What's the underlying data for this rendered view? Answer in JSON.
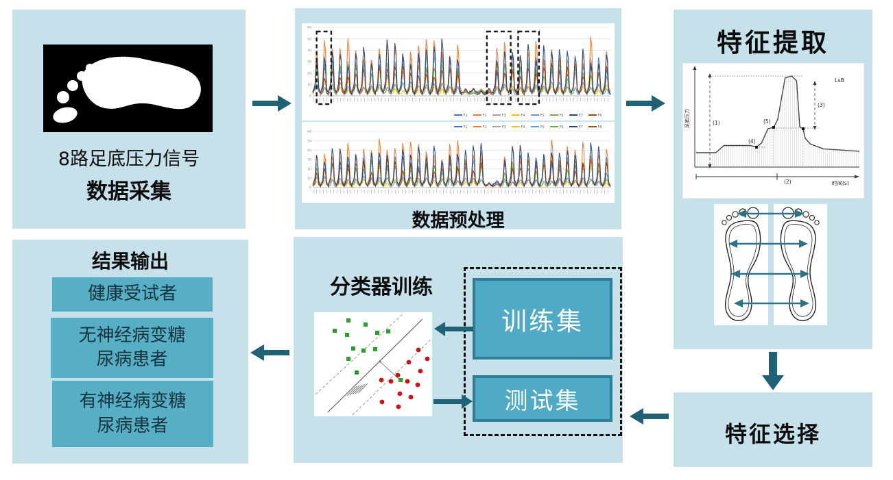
{
  "boxes": {
    "data_collection": {
      "caption": "8路足底压力信号",
      "title": "数据采集"
    },
    "preprocessing": {
      "title": "数据预处理"
    },
    "feature_extraction": {
      "title": "特征提取",
      "bilateral_arrows": 4
    },
    "feature_selection": {
      "title": "特征选择"
    },
    "classifier_training": {
      "title": "分类器训练",
      "train_set": "训练集",
      "test_set": "测试集"
    },
    "output": {
      "title": "结果输出",
      "results": [
        "健康受试者",
        "无神经病变糖\n尿病患者",
        "有神经病变糖\n尿病患者"
      ]
    }
  },
  "colors": {
    "panel_bg": "#c7e1eb",
    "inner_box": "#57afc6",
    "set_box_fill": "#4fabc5",
    "set_box_border": "#2e7e98",
    "arrow": "#1f6175",
    "feet_arrow": "#2a7286"
  },
  "chart_data": [
    {
      "id": "preprocessed-signal-top",
      "type": "line",
      "title": "",
      "xlabel": "",
      "ylabel": "",
      "ylim": [
        0,
        60
      ],
      "yticks": [
        0,
        10,
        20,
        30,
        40,
        50,
        60
      ],
      "grid": true,
      "legend_position": "bottom-right",
      "x_description": "dense sample-index ticks (unreadable at source resolution)",
      "series": [
        {
          "name": "F1",
          "color": "#4472c4",
          "peak": 32
        },
        {
          "name": "F2",
          "color": "#ed7d31",
          "peak": 50
        },
        {
          "name": "F3",
          "color": "#a5a5a5",
          "peak": 36
        },
        {
          "name": "F4",
          "color": "#ffc000",
          "peak": 6
        },
        {
          "name": "F5",
          "color": "#5b9bd5",
          "peak": 9
        },
        {
          "name": "F6",
          "color": "#70ad47",
          "peak": 27
        },
        {
          "name": "F7",
          "color": "#264478",
          "peak": 47
        },
        {
          "name": "F8",
          "color": "#9e480e",
          "peak": 28
        }
      ],
      "highlight_boxes": [
        {
          "x0": 0.013,
          "x1": 0.062
        },
        {
          "x0": 0.585,
          "x1": 0.665
        },
        {
          "x0": 0.69,
          "x1": 0.76
        }
      ],
      "flat_gap_cycles": [
        19,
        23
      ],
      "seed": 7
    },
    {
      "id": "preprocessed-signal-bottom",
      "type": "line",
      "title": "",
      "xlabel": "",
      "ylabel": "",
      "ylim": [
        0,
        60
      ],
      "yticks": [
        0,
        10,
        20,
        30,
        40,
        50,
        60
      ],
      "grid": true,
      "legend_position": "top-right",
      "series": [
        {
          "name": "F1",
          "color": "#4472c4",
          "peak": 32
        },
        {
          "name": "F2",
          "color": "#ed7d31",
          "peak": 50
        },
        {
          "name": "F3",
          "color": "#a5a5a5",
          "peak": 36
        },
        {
          "name": "F4",
          "color": "#ffc000",
          "peak": 6
        },
        {
          "name": "F5",
          "color": "#5b9bd5",
          "peak": 9
        },
        {
          "name": "F6",
          "color": "#70ad47",
          "peak": 27
        },
        {
          "name": "F7",
          "color": "#264478",
          "peak": 47
        },
        {
          "name": "F8",
          "color": "#9e480e",
          "peak": 28
        }
      ],
      "flat_gap_cycles": [
        22,
        24
      ],
      "seed": 13
    },
    {
      "id": "pressure-feature-curve",
      "type": "line",
      "xlabel": "时间(s)",
      "ylabel": "足底压力",
      "corner_label": "LsB",
      "annotations": [
        "(1)",
        "(2)",
        "(3)",
        "(4)",
        "(5)"
      ],
      "keypoints_norm": [
        [
          0,
          0.15
        ],
        [
          0.12,
          0.15
        ],
        [
          0.17,
          0.225
        ],
        [
          0.33,
          0.225
        ],
        [
          0.37,
          0.21
        ],
        [
          0.4,
          0.25
        ],
        [
          0.44,
          0.4
        ],
        [
          0.475,
          0.415
        ],
        [
          0.5,
          0.5
        ],
        [
          0.545,
          0.93
        ],
        [
          0.585,
          0.95
        ],
        [
          0.615,
          0.9
        ],
        [
          0.635,
          0.42
        ],
        [
          0.655,
          0.4
        ],
        [
          0.668,
          0.3
        ],
        [
          0.7,
          0.24
        ],
        [
          0.78,
          0.19
        ],
        [
          1.0,
          0.165
        ]
      ]
    },
    {
      "id": "svm-illustration",
      "type": "scatter",
      "series": [
        {
          "name": "class-1",
          "marker": "square",
          "color": "#2ca02c",
          "points": [
            [
              50,
              12
            ],
            [
              75,
              18
            ],
            [
              30,
              27
            ],
            [
              48,
              33
            ],
            [
              92,
              30
            ],
            [
              108,
              28
            ],
            [
              57,
              53
            ],
            [
              72,
              56
            ],
            [
              89,
              54
            ],
            [
              50,
              68
            ],
            [
              62,
              88
            ]
          ]
        },
        {
          "name": "class-2",
          "marker": "circle",
          "color": "#cc1111",
          "points": [
            [
              152,
              55
            ],
            [
              165,
              68
            ],
            [
              138,
              73
            ],
            [
              155,
              86
            ],
            [
              122,
              92
            ],
            [
              136,
              101
            ],
            [
              112,
              101
            ],
            [
              98,
              99
            ],
            [
              151,
              106
            ],
            [
              125,
              119
            ],
            [
              141,
              124
            ],
            [
              99,
              131
            ],
            [
              123,
              138
            ]
          ]
        }
      ],
      "outlier_point": [
        126,
        99
      ],
      "layout_note": "solid separating hyperplane with two dashed margin lines"
    }
  ]
}
